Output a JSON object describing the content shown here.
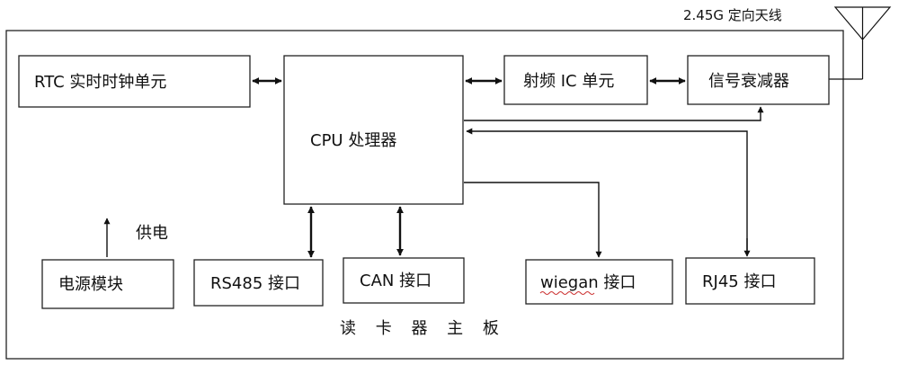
{
  "antenna_label": "2.45G 定向天线",
  "board_label": "读 卡 器 主 板",
  "power_supply_label": "供电",
  "blocks": {
    "rtc": "RTC 实时时钟单元",
    "cpu": "CPU 处理器",
    "rf_ic": "射频 IC 单元",
    "attenuator": "信号衰减器",
    "power_module": "电源模块",
    "rs485": "RS485 接口",
    "can": "CAN 接口",
    "wiegan": "wiegan 接口",
    "rj45": "RJ45 接口"
  }
}
